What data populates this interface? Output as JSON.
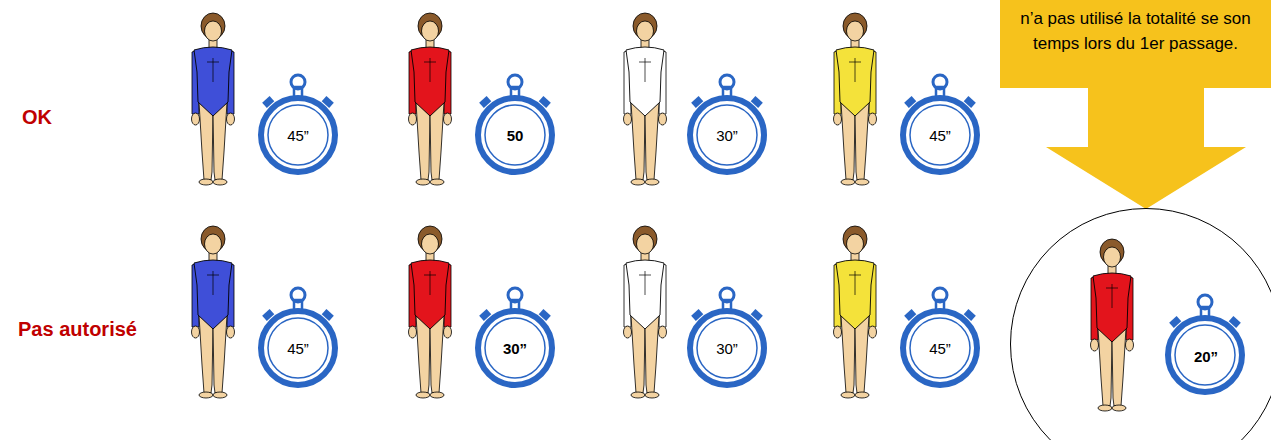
{
  "diagram": {
    "nodes": [
      {
        "text": [
          "n’a pas utilisé la totalité se son temps lors du 1er passage."
        ]
      },
      {
        "text": [
          "20”"
        ]
      }
    ],
    "edges": [
      {
        "from": 0,
        "to": 1,
        "arrow": "to"
      }
    ],
    "labels": [
      "OK",
      "45”",
      "50",
      "30”",
      "45”",
      "Pas autorisé",
      "45”",
      "30”",
      "30”",
      "45”"
    ]
  }
}
